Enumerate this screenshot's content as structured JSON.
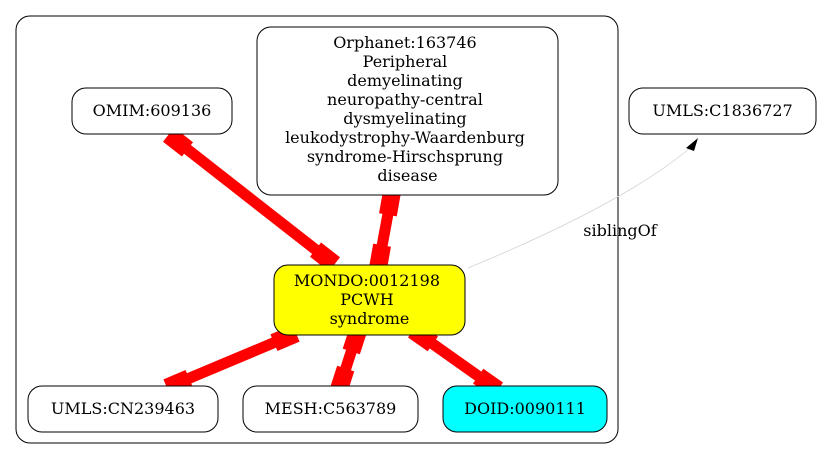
{
  "nodes": {
    "orphanet": {
      "lines": [
        "Orphanet:163746",
        "Peripheral",
        "demyelinating",
        "neuropathy-central",
        "dysmyelinating",
        "leukodystrophy-Waardenburg",
        "syndrome-Hirschsprung",
        "disease"
      ],
      "fill": "#ffffff"
    },
    "omim": {
      "lines": [
        "OMIM:609136"
      ],
      "fill": "#ffffff"
    },
    "umls_c": {
      "lines": [
        "UMLS:C1836727"
      ],
      "fill": "#ffffff"
    },
    "mondo": {
      "lines": [
        "MONDO:0012198",
        "PCWH",
        "syndrome"
      ],
      "fill": "#ffff00"
    },
    "umls_cn": {
      "lines": [
        "UMLS:CN239463"
      ],
      "fill": "#ffffff"
    },
    "mesh": {
      "lines": [
        "MESH:C563789"
      ],
      "fill": "#ffffff"
    },
    "doid": {
      "lines": [
        "DOID:0090111"
      ],
      "fill": "#00ffff"
    }
  },
  "edges": {
    "sibling_label": "siblingOf"
  },
  "colors": {
    "equivalence_edge": "#ff0000",
    "sibling_edge": "#d3d3d3",
    "node_stroke": "#000000",
    "cluster_stroke": "#000000"
  }
}
